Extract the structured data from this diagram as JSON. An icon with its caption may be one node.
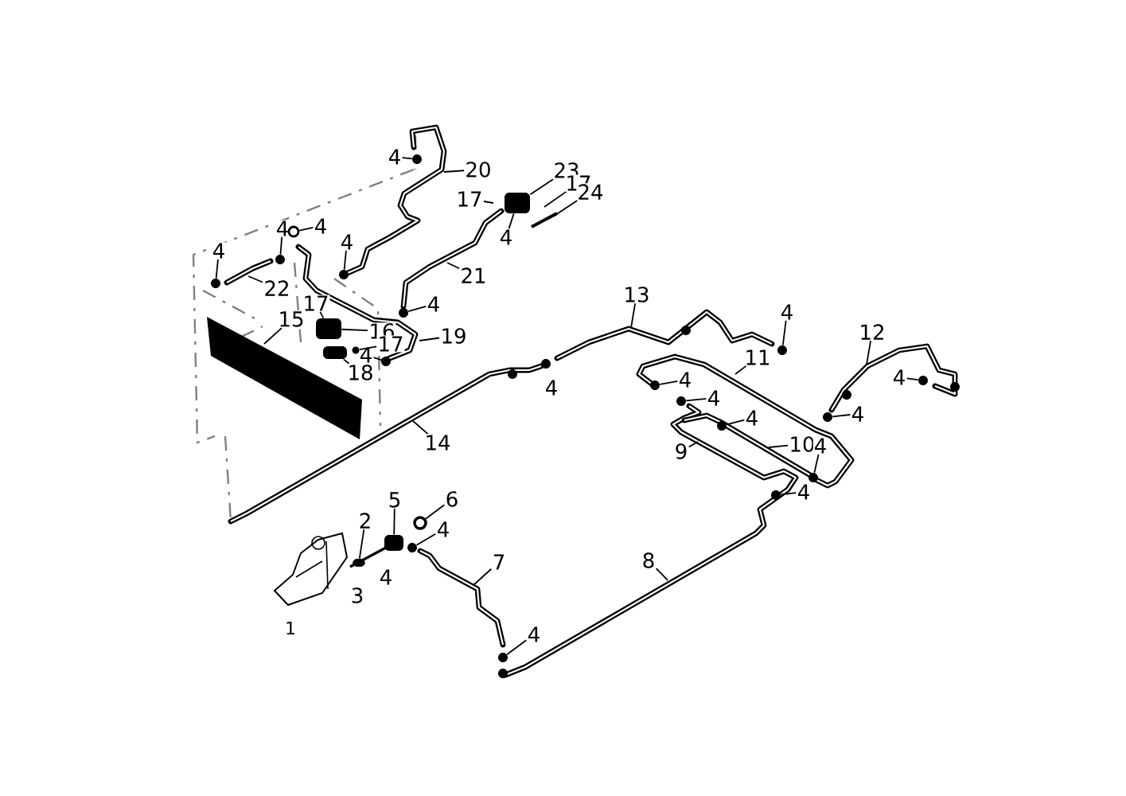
{
  "diagram": {
    "nodes": [
      {
        "text": [
          "4"
        ]
      },
      {
        "text": [
          "20"
        ]
      },
      {
        "text": [
          "23"
        ]
      },
      {
        "text": [
          "17"
        ]
      },
      {
        "text": [
          "24"
        ]
      },
      {
        "text": [
          "17"
        ]
      },
      {
        "text": [
          "4"
        ]
      },
      {
        "text": [
          "4"
        ]
      },
      {
        "text": [
          "4"
        ]
      },
      {
        "text": [
          "4"
        ]
      },
      {
        "text": [
          "4"
        ]
      },
      {
        "text": [
          "22"
        ]
      },
      {
        "text": [
          "21"
        ]
      },
      {
        "text": [
          "4"
        ]
      },
      {
        "text": [
          "17"
        ]
      },
      {
        "text": [
          "15"
        ]
      },
      {
        "text": [
          "16"
        ]
      },
      {
        "text": [
          "19"
        ]
      },
      {
        "text": [
          "17"
        ]
      },
      {
        "text": [
          "4"
        ]
      },
      {
        "text": [
          "18"
        ]
      },
      {
        "text": [
          "13"
        ]
      },
      {
        "text": [
          "4"
        ]
      },
      {
        "text": [
          "12"
        ]
      },
      {
        "text": [
          "11"
        ]
      },
      {
        "text": [
          "4"
        ]
      },
      {
        "text": [
          "4"
        ]
      },
      {
        "text": [
          "4"
        ]
      },
      {
        "text": [
          "4"
        ]
      },
      {
        "text": [
          "4"
        ]
      },
      {
        "text": [
          "4"
        ]
      },
      {
        "text": [
          "14"
        ]
      },
      {
        "text": [
          "10"
        ]
      },
      {
        "text": [
          "4"
        ]
      },
      {
        "text": [
          "9"
        ]
      },
      {
        "text": [
          "4"
        ]
      },
      {
        "text": [
          "6"
        ]
      },
      {
        "text": [
          "5"
        ]
      },
      {
        "text": [
          "2"
        ]
      },
      {
        "text": [
          "4"
        ]
      },
      {
        "text": [
          "7"
        ]
      },
      {
        "text": [
          "8"
        ]
      },
      {
        "text": [
          "4"
        ]
      },
      {
        "text": [
          "3"
        ]
      },
      {
        "text": [
          "1"
        ]
      },
      {
        "text": [
          "4"
        ]
      },
      {
        "text": [],
        "shape": "circle"
      },
      {
        "text": [],
        "shape": "box"
      },
      {
        "text": [],
        "shape": "circle"
      },
      {
        "text": [],
        "shape": "circle"
      },
      {
        "text": [],
        "shape": "circle"
      },
      {
        "text": [],
        "shape": "circle"
      },
      {
        "text": [],
        "shape": "circle"
      },
      {
        "text": [],
        "shape": "box"
      },
      {
        "text": [],
        "shape": "circle"
      },
      {
        "text": [],
        "shape": "box"
      },
      {
        "text": [],
        "shape": "circle"
      },
      {
        "text": [],
        "shape": "circle"
      },
      {
        "text": [],
        "shape": "circle"
      },
      {
        "text": [],
        "shape": "circle"
      },
      {
        "text": [],
        "shape": "circle"
      },
      {
        "text": [],
        "shape": "circle"
      },
      {
        "text": [],
        "shape": "circle"
      },
      {
        "text": [],
        "shape": "circle"
      },
      {
        "text": [],
        "shape": "circle"
      },
      {
        "text": [],
        "shape": "circle"
      },
      {
        "text": [],
        "shape": "circle"
      },
      {
        "text": [],
        "shape": "circle"
      },
      {
        "text": [],
        "shape": "box"
      },
      {
        "text": [],
        "shape": "box"
      }
    ],
    "edges": [
      {
        "from": 0,
        "to": 46,
        "arrow": "none"
      },
      {
        "from": 1,
        "to": null,
        "arrow": "none"
      },
      {
        "from": 2,
        "to": 47,
        "arrow": "none"
      },
      {
        "from": 3,
        "to": null,
        "arrow": "none"
      },
      {
        "from": 4,
        "to": null,
        "arrow": "none"
      },
      {
        "from": 5,
        "to": null,
        "arrow": "none"
      },
      {
        "from": 6,
        "to": 47,
        "arrow": "none"
      },
      {
        "from": 7,
        "to": 48,
        "arrow": "none"
      },
      {
        "from": 8,
        "to": 49,
        "arrow": "none"
      },
      {
        "from": 9,
        "to": 50,
        "arrow": "none"
      },
      {
        "from": 10,
        "to": 51,
        "arrow": "none"
      },
      {
        "from": 11,
        "to": null,
        "arrow": "none"
      },
      {
        "from": 12,
        "to": null,
        "arrow": "none"
      },
      {
        "from": 13,
        "to": 52,
        "arrow": "none"
      },
      {
        "from": 14,
        "to": 53,
        "arrow": "none"
      },
      {
        "from": 15,
        "to": null,
        "arrow": "none"
      },
      {
        "from": 16,
        "to": 53,
        "arrow": "none"
      },
      {
        "from": 17,
        "to": null,
        "arrow": "none"
      },
      {
        "from": 18,
        "to": 54,
        "arrow": "none"
      },
      {
        "from": 19,
        "to": 56,
        "arrow": "none"
      },
      {
        "from": 20,
        "to": 55,
        "arrow": "none"
      },
      {
        "from": 21,
        "to": null,
        "arrow": "none"
      },
      {
        "from": 22,
        "to": 57,
        "arrow": "none"
      },
      {
        "from": 23,
        "to": null,
        "arrow": "none"
      },
      {
        "from": 24,
        "to": null,
        "arrow": "none"
      },
      {
        "from": 25,
        "to": 58,
        "arrow": "none"
      },
      {
        "from": 26,
        "to": 59,
        "arrow": "none"
      },
      {
        "from": 27,
        "to": 60,
        "arrow": "none"
      },
      {
        "from": 29,
        "to": 61,
        "arrow": "none"
      },
      {
        "from": 30,
        "to": 62,
        "arrow": "none"
      },
      {
        "from": 31,
        "to": null,
        "arrow": "none"
      },
      {
        "from": 32,
        "to": null,
        "arrow": "none"
      },
      {
        "from": 33,
        "to": 63,
        "arrow": "none"
      },
      {
        "from": 34,
        "to": null,
        "arrow": "none"
      },
      {
        "from": 35,
        "to": 64,
        "arrow": "none"
      },
      {
        "from": 36,
        "to": 67,
        "arrow": "none"
      },
      {
        "from": 37,
        "to": 68,
        "arrow": "none"
      },
      {
        "from": 38,
        "to": 69,
        "arrow": "none"
      },
      {
        "from": 39,
        "to": 65,
        "arrow": "none"
      },
      {
        "from": 40,
        "to": null,
        "arrow": "none"
      },
      {
        "from": 41,
        "to": null,
        "arrow": "none"
      },
      {
        "from": 45,
        "to": 66,
        "arrow": "none"
      }
    ]
  }
}
